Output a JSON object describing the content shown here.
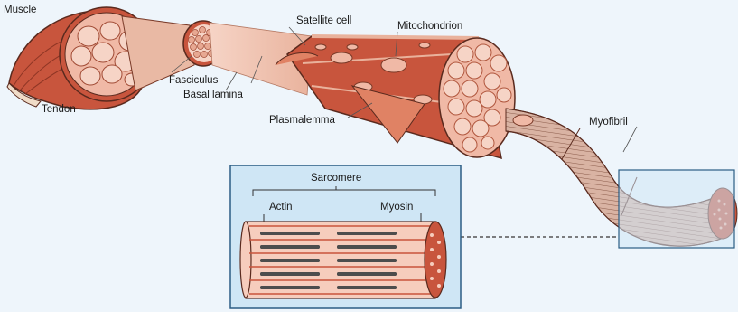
{
  "labels": {
    "muscle": "Muscle",
    "tendon": "Tendon",
    "fasciculus": "Fasciculus",
    "basal_lamina": "Basal lamina",
    "satellite_cell": "Satellite cell",
    "mitochondrion": "Mitochondrion",
    "plasmalemma": "Plasmalemma",
    "myofibril": "Myofibril",
    "sarcomere": "Sarcomere",
    "actin": "Actin",
    "myosin": "Myosin"
  },
  "colors": {
    "background": "#eef5fb",
    "muscle_red": "#c8553d",
    "muscle_light": "#f0b9a6",
    "muscle_pale": "#f6d4c6",
    "outline": "#5a2a1e",
    "inset_fill": "#cfe6f5",
    "inset_border": "#2b5d84",
    "filament_dark": "#4d4d4d"
  }
}
